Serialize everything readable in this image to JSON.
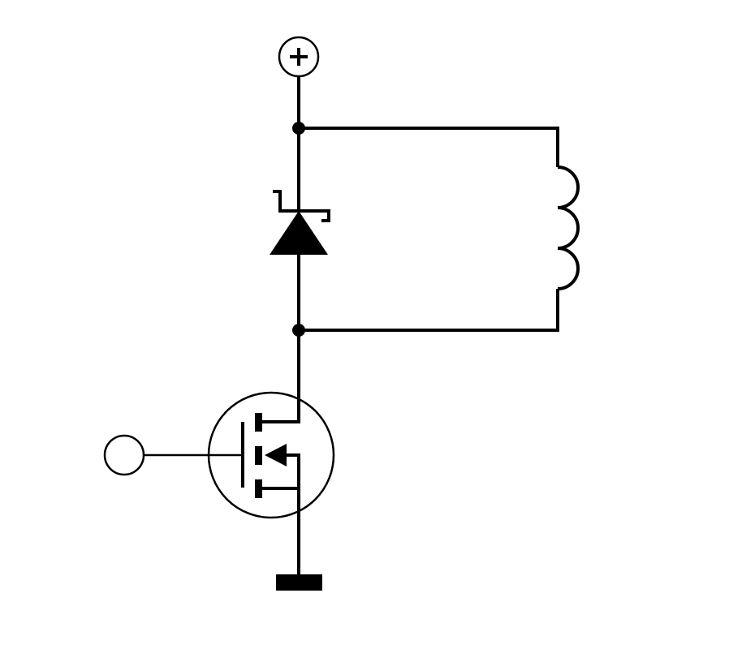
{
  "diagram": {
    "ink_color": "#000000",
    "background_color": "#ffffff",
    "components": [
      {
        "name": "power-supply-positive",
        "symbol": "plus-in-circle"
      },
      {
        "name": "zener-flyback-diode",
        "symbol": "zener-diode"
      },
      {
        "name": "relay-coil",
        "symbol": "inductor",
        "turns": 3
      },
      {
        "name": "n-channel-mosfet",
        "symbol": "enhancement-mosfet"
      },
      {
        "name": "gate-input",
        "symbol": "open-terminal"
      },
      {
        "name": "ground",
        "symbol": "ground-bar"
      }
    ],
    "junctions": 2
  }
}
